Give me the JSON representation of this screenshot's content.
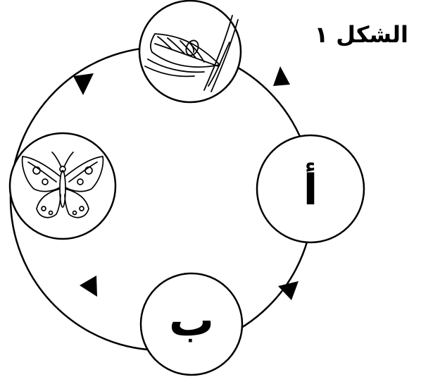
{
  "figure_label": "الشكل ١",
  "stages": {
    "egg_on_leaf": {
      "icon": "egg-on-leaf-icon"
    },
    "stage_a": {
      "label": "أ"
    },
    "stage_b": {
      "label": "ب"
    },
    "butterfly": {
      "icon": "butterfly-icon"
    }
  },
  "colors": {
    "stroke": "#000000",
    "fill": "#ffffff"
  }
}
